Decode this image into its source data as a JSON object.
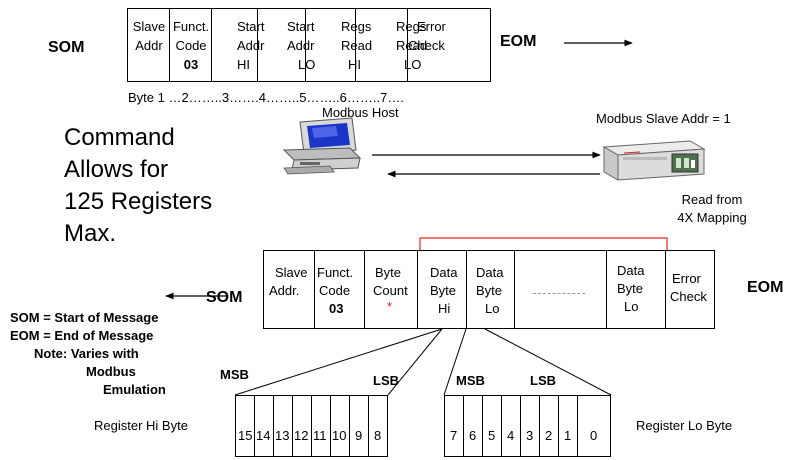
{
  "top_frame": {
    "som": "SOM",
    "eom": "EOM",
    "fields": [
      {
        "l1": "Slave",
        "l2": "Addr",
        "l3": ""
      },
      {
        "l1": "Funct.",
        "l2": "Code",
        "l3": "03"
      },
      {
        "l1": "Start",
        "l2": "Addr",
        "l3": "HI"
      },
      {
        "l1": "Start",
        "l2": "Addr",
        "l3": "LO"
      },
      {
        "l1": "Regs",
        "l2": "Read",
        "l3": "HI"
      },
      {
        "l1": "Regs",
        "l2": "Read",
        "l3": "LO"
      },
      {
        "l1": "Error",
        "l2": "Check",
        "l3": ""
      }
    ],
    "byte_row": "Byte 1 …2……..3…….4……..5……..6……..7…."
  },
  "host_label": "Modbus Host",
  "slave_label": "Modbus Slave Addr = 1",
  "read_from": [
    "Read from",
    "4X Mapping"
  ],
  "command_text": [
    "Command",
    "Allows for",
    "125 Registers",
    "Max."
  ],
  "response_frame": {
    "som": "SOM",
    "eom": "EOM",
    "fields": [
      {
        "l1": "Slave",
        "l2": "Addr.",
        "l3": ""
      },
      {
        "l1": "Funct.",
        "l2": "Code",
        "l3": "03"
      },
      {
        "l1": "Byte",
        "l2": "Count",
        "l3": "*"
      },
      {
        "l1": "Data",
        "l2": "Byte",
        "l3": "Hi"
      },
      {
        "l1": "Data",
        "l2": "Byte",
        "l3": "Lo"
      },
      {
        "l1": "",
        "l2": "",
        "l3": ""
      },
      {
        "l1": "Data",
        "l2": "Byte",
        "l3": "Lo"
      },
      {
        "l1": "Error",
        "l2": "Check",
        "l3": ""
      }
    ]
  },
  "legend": [
    "SOM = Start of Message",
    "EOM = End of Message",
    "Note: Varies with",
    "Modbus",
    "Emulation"
  ],
  "msb": "MSB",
  "lsb": "LSB",
  "hi_bits": [
    "15",
    "14",
    "13",
    "12",
    "11",
    "10",
    "9",
    "8"
  ],
  "lo_bits": [
    "7",
    "6",
    "5",
    "4",
    "3",
    "2",
    "1",
    "0"
  ],
  "reg_hi_label": "Register Hi Byte",
  "reg_lo_label": "Register Lo Byte",
  "colors": {
    "bracket": "#e8251b",
    "asterisk": "#e8251b",
    "screen": "#1a35c7"
  }
}
